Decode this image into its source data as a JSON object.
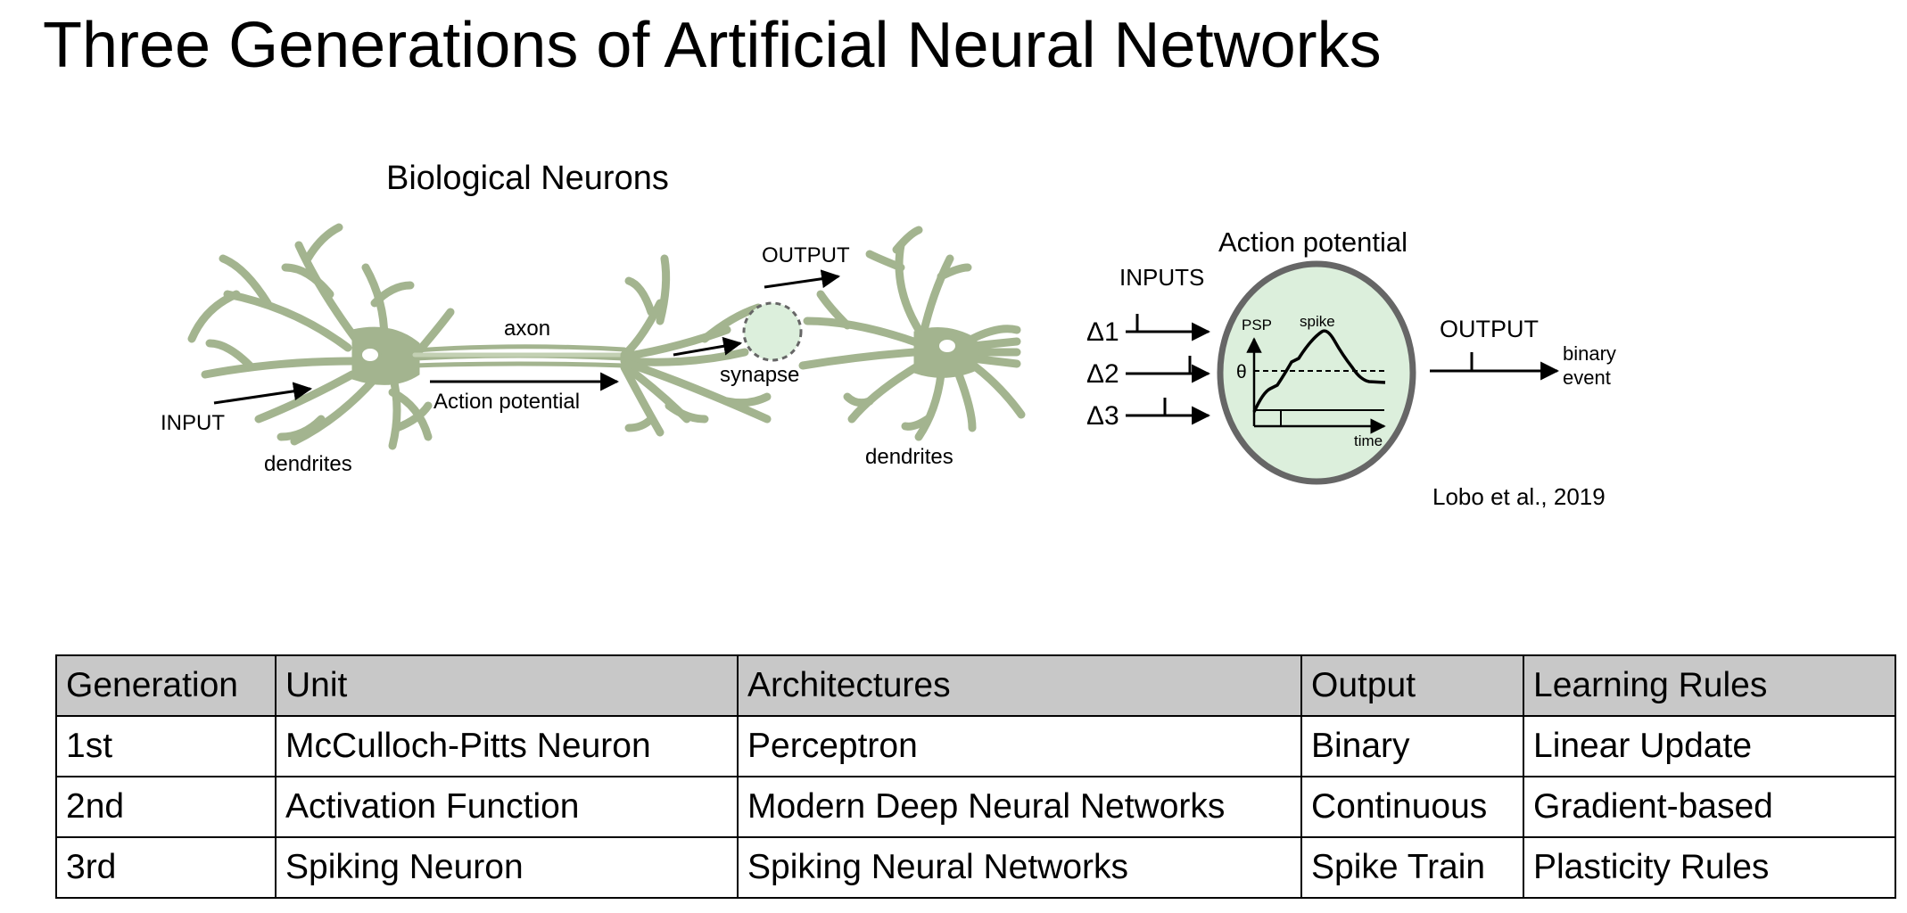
{
  "title": "Three Generations of Artificial Neural Networks",
  "biological_panel": {
    "title": "Biological Neurons",
    "labels": {
      "input": "INPUT",
      "dendrites_left": "dendrites",
      "axon": "axon",
      "action_potential": "Action potential",
      "output": "OUTPUT",
      "synapse": "synapse",
      "dendrites_right": "dendrites"
    }
  },
  "spiking_panel": {
    "title": "Action potential",
    "inputs_label": "INPUTS",
    "input_deltas": [
      "Δ1",
      "Δ2",
      "Δ3"
    ],
    "psp_label": "PSP",
    "spike_label": "spike",
    "threshold_label": "θ",
    "time_label": "time",
    "output_label": "OUTPUT",
    "output_event_line1": "binary",
    "output_event_line2": "event"
  },
  "citation": "Lobo et al., 2019",
  "colors": {
    "neuron_fill": "#a3b48f",
    "soma_fill": "#dcefdc",
    "header_bg": "#c8c8c8"
  },
  "table": {
    "headers": [
      "Generation",
      "Unit",
      "Architectures",
      "Output",
      "Learning Rules"
    ],
    "rows": [
      [
        "1st",
        "McCulloch-Pitts Neuron",
        "Perceptron",
        "Binary",
        "Linear Update"
      ],
      [
        "2nd",
        "Activation Function",
        "Modern Deep Neural Networks",
        "Continuous",
        "Gradient-based"
      ],
      [
        "3rd",
        "Spiking Neuron",
        "Spiking Neural Networks",
        "Spike Train",
        "Plasticity Rules"
      ]
    ]
  }
}
